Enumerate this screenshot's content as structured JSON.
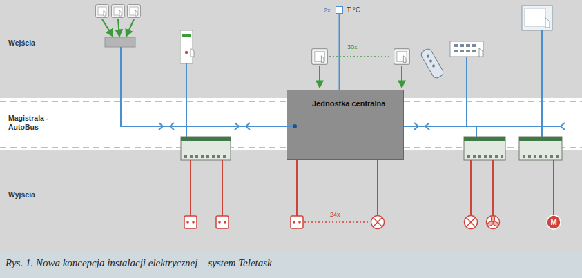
{
  "diagram": {
    "caption": "Rys. 1. Nowa koncepcja instalacji elektrycznej – system Teletask",
    "nodes": [
      {
        "text": [
          "T °C"
        ]
      },
      {
        "text": [
          "Jednostka centralna"
        ]
      }
    ],
    "edges": [
      {
        "from": 0,
        "to": 1,
        "arrow": "none"
      }
    ],
    "labels": [
      "Wejścia",
      "Magistrala - AutoBus",
      "Wyjścia",
      "2x",
      "30x",
      "24x",
      "M"
    ]
  }
}
